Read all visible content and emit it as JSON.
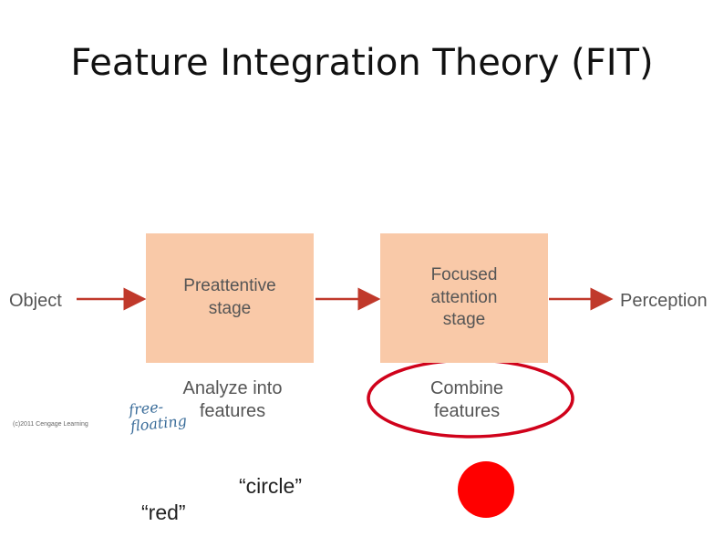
{
  "title": "Feature Integration Theory (FIT)",
  "diagram": {
    "input_label": "Object",
    "output_label": "Perception",
    "stage1": "Preattentive stage",
    "stage1_line1": "Preattentive",
    "stage1_line2": "stage",
    "stage2_line1": "Focused",
    "stage2_line2": "attention",
    "stage2_line3": "stage",
    "stage1_caption_line1": "Analyze into",
    "stage1_caption_line2": "features",
    "stage2_caption_line1": "Combine",
    "stage2_caption_line2": "features",
    "annotation_line1": "free-",
    "annotation_line2": "floating",
    "credit": "(c)2011 Cengage Learning"
  },
  "examples": {
    "shape_word": "“circle”",
    "color_word": "“red”",
    "combined_shape_color": "#ff0000"
  },
  "colors": {
    "box_fill": "#f9c9a8",
    "arrow": "#c0392b",
    "highlight_ellipse": "#d0021b"
  }
}
